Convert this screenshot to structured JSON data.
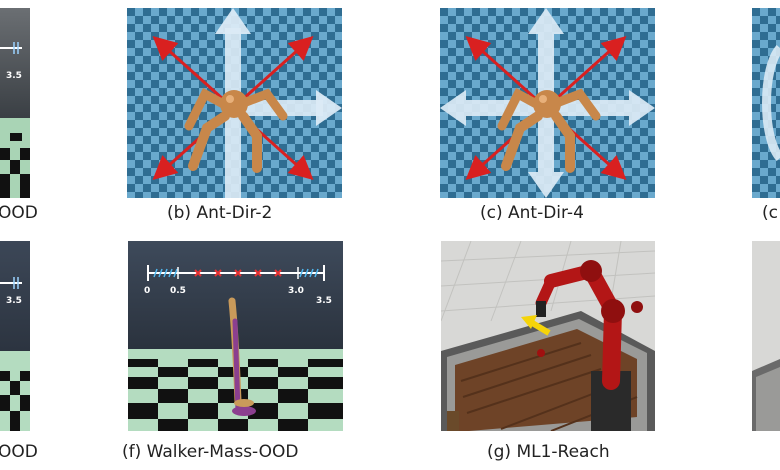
{
  "captions": {
    "a": "OOD",
    "b": "(b) Ant-Dir-2",
    "c": "(c) Ant-Dir-4",
    "d": "(c",
    "e": "OOD",
    "f": "(f) Walker-Mass-OOD",
    "g": "(g) ML1-Reach"
  },
  "scale_labels": {
    "a_right": "3.5",
    "e_right": "3.5",
    "f_zero": "0",
    "f_half": "0.5",
    "f_three": "3.0",
    "f_right": "3.5"
  },
  "colors": {
    "checker_dark": "#2f6d92",
    "checker_light": "#6aa9cd",
    "arrow_red": "#d92020",
    "arrow_white": "#dbeaf5",
    "ant_body": "#c8874a",
    "sky": "#34404f",
    "floor_light": "#b4dcc0",
    "robot_red": "#b31616",
    "table_wood": "#6e4327",
    "goal_arrow": "#f5d40a"
  }
}
